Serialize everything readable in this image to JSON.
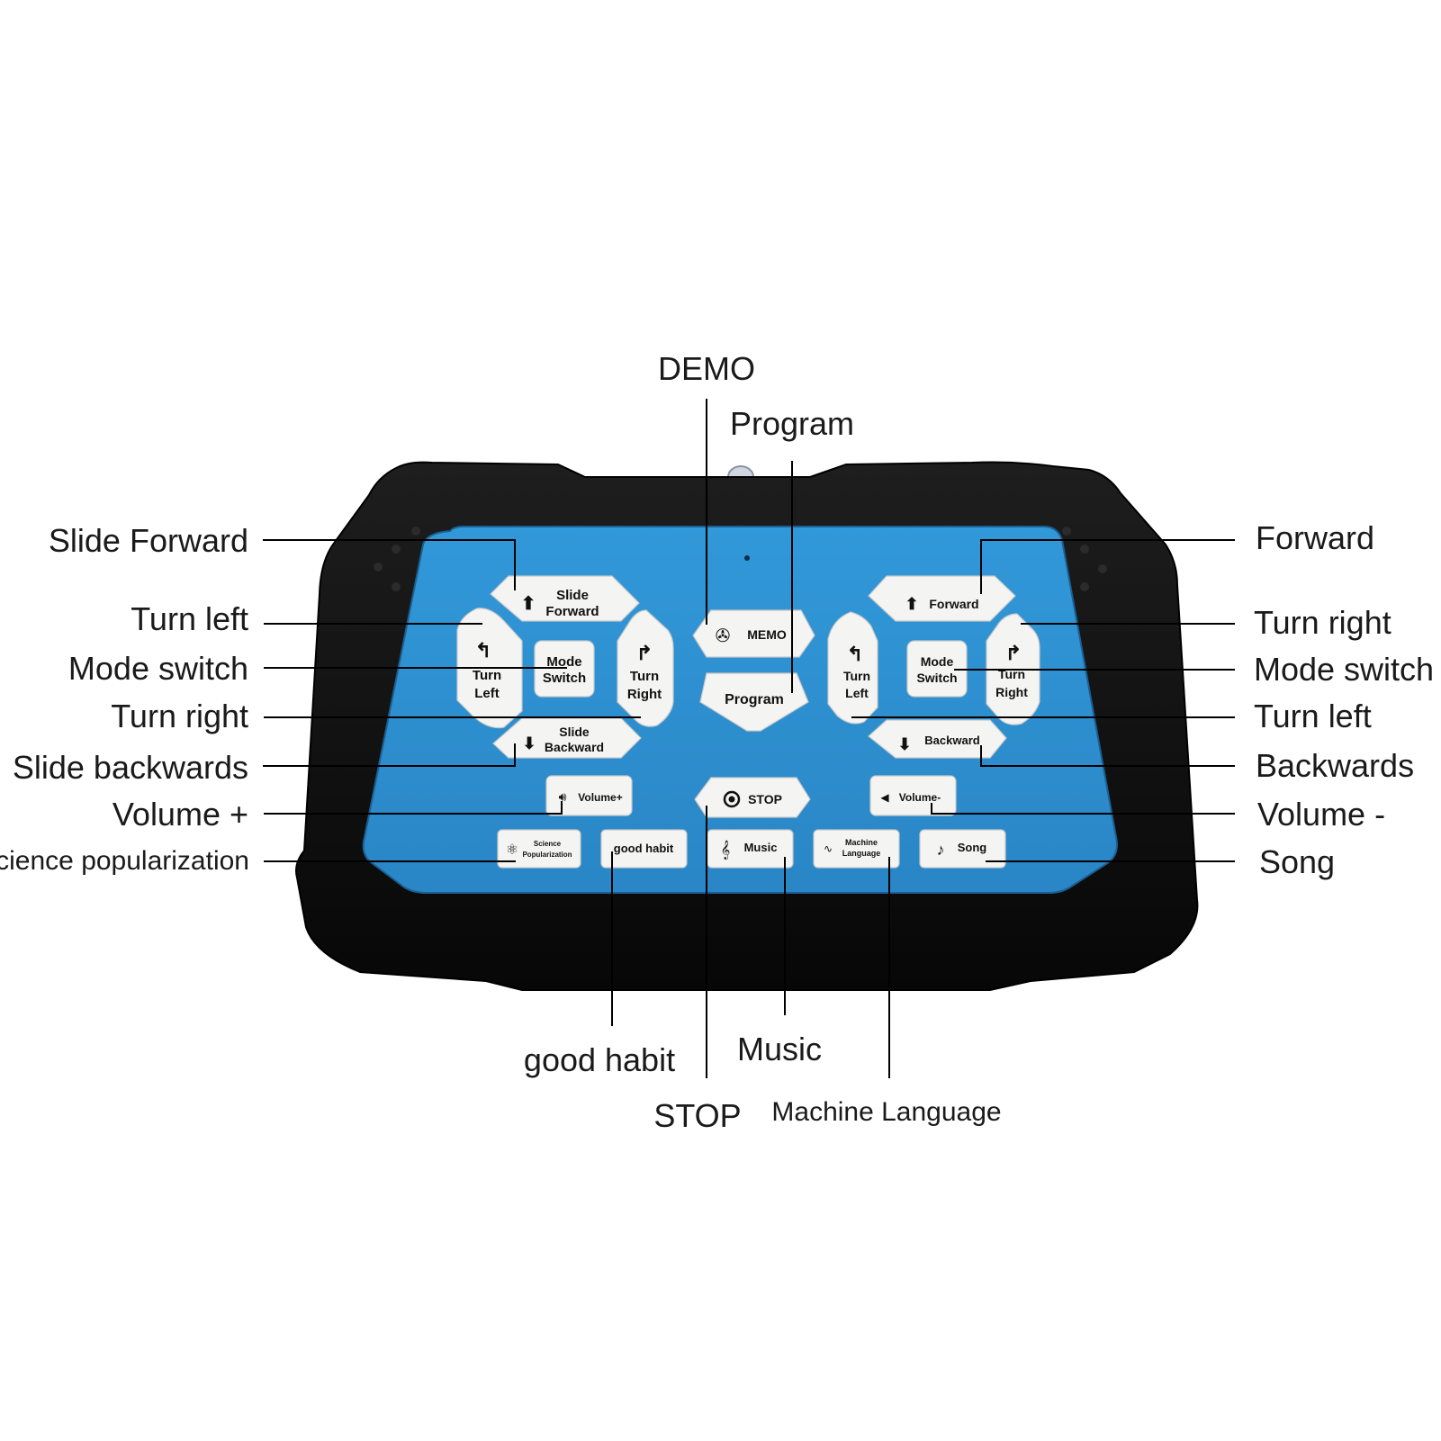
{
  "callouts": {
    "demo": "DEMO",
    "program": "Program",
    "slide_forward": "Slide Forward",
    "turn_left_l": "Turn left",
    "mode_switch_l": "Mode switch",
    "turn_right_l": "Turn right",
    "slide_backwards": "Slide backwards",
    "volume_plus": "Volume +",
    "science_popularization": "Science popularization",
    "forward": "Forward",
    "turn_right_r": "Turn right",
    "mode_switch_r": "Mode switch",
    "turn_left_r": "Turn left",
    "backwards": "Backwards",
    "volume_minus": "Volume -",
    "song": "Song",
    "good_habit": "good habit",
    "music": "Music",
    "stop": "STOP",
    "machine_language": "Machine Language"
  },
  "keys": {
    "slide_forward": [
      "Slide",
      "Forward"
    ],
    "turn_left_l": [
      "Turn",
      "Left"
    ],
    "mode_switch_l": [
      "Mode",
      "Switch"
    ],
    "turn_right_l": [
      "Turn",
      "Right"
    ],
    "slide_backward": [
      "Slide",
      "Backward"
    ],
    "memo": "MEMO",
    "program": "Program",
    "forward": "Forward",
    "turn_left_r": [
      "Turn",
      "Left"
    ],
    "mode_switch_r": [
      "Mode",
      "Switch"
    ],
    "turn_right_r": [
      "Turn",
      "Right"
    ],
    "backward": "Backward",
    "volume_plus": "Volume+",
    "stop": "STOP",
    "volume_minus": "Volume-",
    "science": [
      "Science",
      "Popularization"
    ],
    "good_habit": "good habit",
    "music": "Music",
    "machine_language": [
      "Machine",
      "Language"
    ],
    "song": "Song"
  },
  "colors": {
    "panel_blue": "#2e8fd0",
    "body_black": "#111111",
    "key_white": "#f4f4f2"
  },
  "icons": [
    "arrow-up-icon",
    "arrow-down-icon",
    "turn-left-icon",
    "turn-right-icon",
    "film-note-icon",
    "record-stop-icon",
    "speaker-icon",
    "atom-icon",
    "treble-clef-icon",
    "waveform-icon",
    "music-note-icon"
  ]
}
